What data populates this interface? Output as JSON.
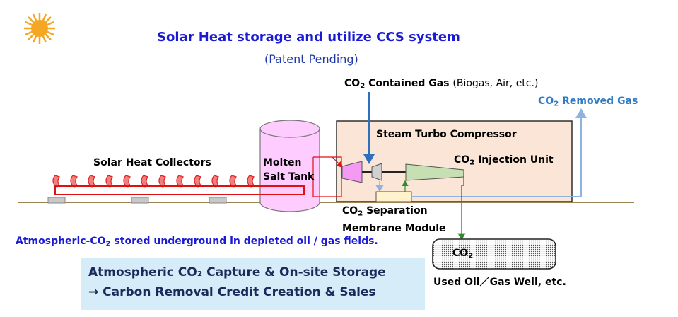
{
  "title": "Solar Heat storage and utilize CCS system",
  "subtitle": "(Patent Pending)",
  "co2_in": {
    "prefix": "CO",
    "sub": "2",
    "text": " Contained Gas",
    "note": "(Biogas, Air, etc.)"
  },
  "co2_out": {
    "prefix": "CO",
    "sub": "2",
    "text": " Removed Gas"
  },
  "steam_turbo": "Steam Turbo Compressor",
  "injection": {
    "prefix": "CO",
    "sub": "2",
    "text": " Injection Unit"
  },
  "solar_collectors": "Solar Heat Collectors",
  "tank": {
    "line1": "Molten",
    "line2": "Salt Tank"
  },
  "separation": {
    "prefix": "CO",
    "sub": "2",
    "line1": " Separation",
    "line2": "Membrane Module"
  },
  "atmospheric": {
    "prefix": "Atmospheric-CO",
    "sub": "2",
    "text": " stored underground in depleted oil / gas fields."
  },
  "well_co2": {
    "prefix": "CO",
    "sub": "2"
  },
  "well_label": "Used Oil／Gas Well, etc.",
  "info_box": {
    "line1": "Atmospheric CO₂ Capture & On-site Storage",
    "line2": "→ Carbon Removal Credit Creation & Sales"
  },
  "colors": {
    "title": "#1a1ad4",
    "co2_removed": "#2e7bc4",
    "heat_loop": "#e01010",
    "box_fill": "#fbe5d6",
    "tank_fill": "#ffccff",
    "info_fill": "#d6ecf8",
    "injection_fill": "#c6e0b4",
    "sun": "#f5a623"
  },
  "icons": [
    "sun-icon",
    "collector-icon",
    "turbine-icon",
    "compressor-icon"
  ]
}
